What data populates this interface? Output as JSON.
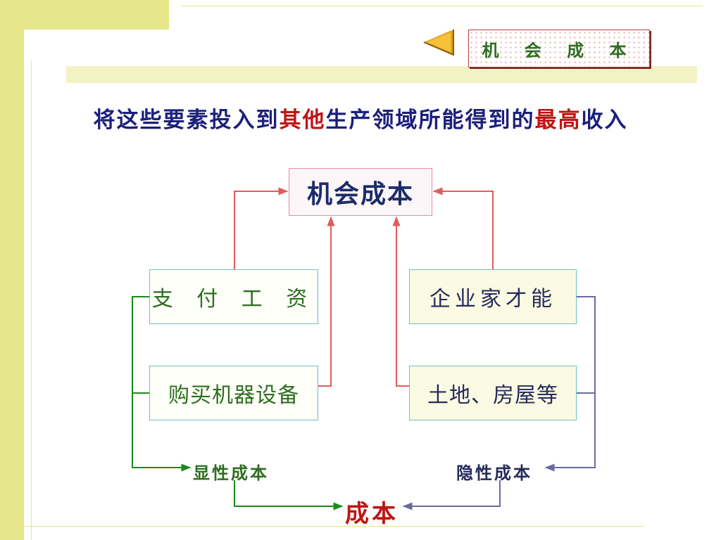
{
  "slide": {
    "title": "机 会 成 本",
    "definition": {
      "part1": "将这些要素投入到",
      "highlight1": "其他",
      "part2": "生产领域所能得到的",
      "highlight2": "最高",
      "part3": "收入"
    }
  },
  "diagram": {
    "top": "机会成本",
    "left_items": [
      "支 付 工 资",
      "购买机器设备"
    ],
    "right_items": [
      "企业家才能",
      "土地、房屋等"
    ],
    "explicit_label": "显性成本",
    "implicit_label": "隐性成本",
    "bottom": "成本"
  },
  "colors": {
    "red_arrows": "#e35a5a",
    "green_arrows": "#1a8a1a",
    "purple_arrows": "#6a6aa0",
    "highlight": "#c01414",
    "definition_text": "#1b1f7c",
    "sidebar": "#e6e68a"
  },
  "icons": {
    "back": "left-triangle-icon"
  }
}
